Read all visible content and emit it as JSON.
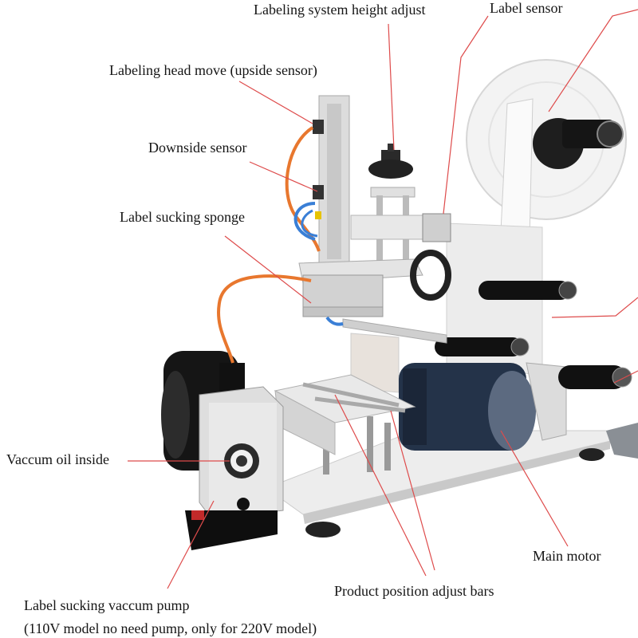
{
  "figure": {
    "labels": {
      "height_adjust": "Labeling system height adjust",
      "label_sensor": "Label sensor",
      "head_move": "Labeling head move (upside sensor)",
      "downside_sensor": "Downside sensor",
      "sponge": "Label sucking sponge",
      "vacuum_oil": "Vaccum oil inside",
      "main_motor": "Main motor",
      "adjust_bars": "Product position adjust bars",
      "vacuum_pump": "Label sucking vaccum pump",
      "pump_note": "(110V model no need pump, only for 220V model)"
    },
    "colors": {
      "callout_line": "#de4b4b",
      "background": "#ffffff"
    }
  }
}
